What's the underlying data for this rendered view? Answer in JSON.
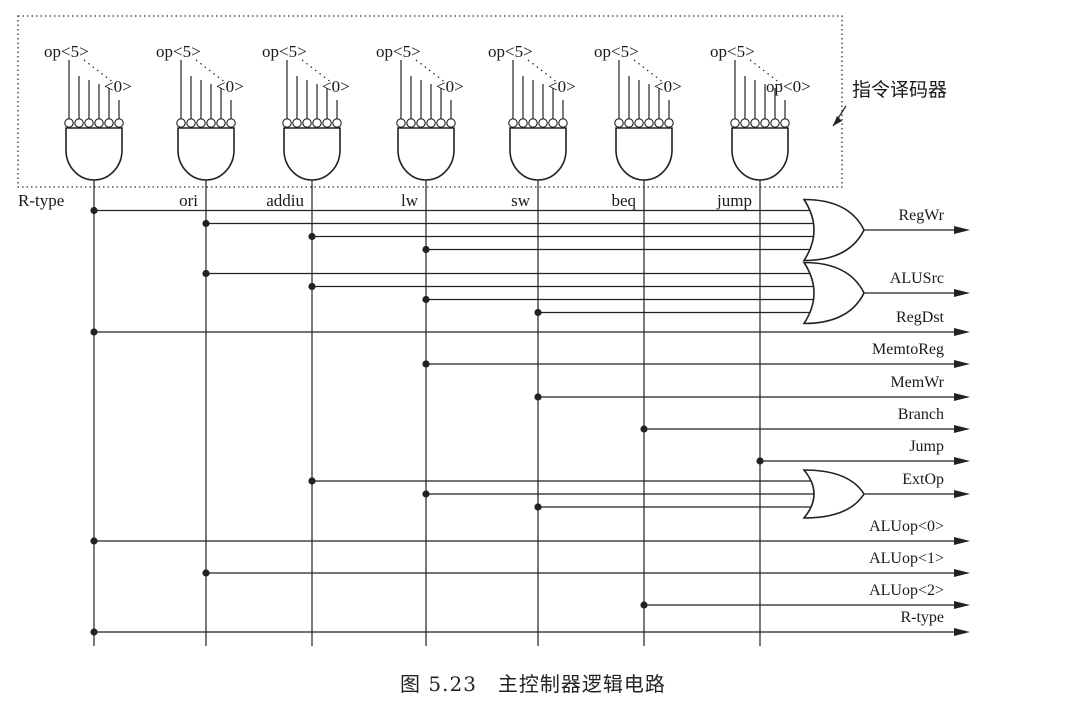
{
  "decoder_label": "指令译码器",
  "inputs": {
    "msb_label": "op<5>",
    "lsb_label": "<0>",
    "lsb_label_last": "op<0>"
  },
  "decoders": [
    "R-type",
    "ori",
    "addiu",
    "lw",
    "sw",
    "beq",
    "jump"
  ],
  "outputs": [
    "RegWr",
    "ALUSrc",
    "RegDst",
    "MemtoReg",
    "MemWr",
    "Branch",
    "Jump",
    "ExtOp",
    "ALUop<0>",
    "ALUop<1>",
    "ALUop<2>",
    "R-type"
  ],
  "logic": {
    "RegWr": {
      "gate": "or",
      "inputs": [
        "R-type",
        "ori",
        "addiu",
        "lw"
      ]
    },
    "ALUSrc": {
      "gate": "or",
      "inputs": [
        "ori",
        "addiu",
        "lw",
        "sw"
      ]
    },
    "RegDst": {
      "gate": "wire",
      "inputs": [
        "R-type"
      ]
    },
    "MemtoReg": {
      "gate": "wire",
      "inputs": [
        "lw"
      ]
    },
    "MemWr": {
      "gate": "wire",
      "inputs": [
        "sw"
      ]
    },
    "Branch": {
      "gate": "wire",
      "inputs": [
        "beq"
      ]
    },
    "Jump": {
      "gate": "wire",
      "inputs": [
        "jump"
      ]
    },
    "ExtOp": {
      "gate": "or",
      "inputs": [
        "addiu",
        "lw",
        "sw"
      ]
    },
    "ALUop<0>": {
      "gate": "wire",
      "inputs": [
        "R-type"
      ]
    },
    "ALUop<1>": {
      "gate": "wire",
      "inputs": [
        "ori"
      ]
    },
    "ALUop<2>": {
      "gate": "wire",
      "inputs": [
        "beq"
      ]
    },
    "R-type": {
      "gate": "wire",
      "inputs": [
        "R-type"
      ]
    }
  },
  "caption": "图 5.23　主控制器逻辑电路"
}
